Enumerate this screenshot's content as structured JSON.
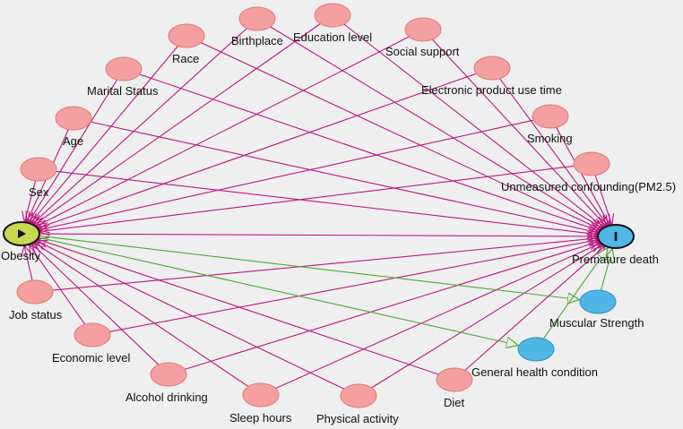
{
  "colors": {
    "background": "#efefef",
    "confounder_fill": "#f4a0a0",
    "confounder_stroke": "#e07878",
    "mediator_fill": "#4fb6e6",
    "mediator_stroke": "#2b8fc4",
    "exposure_fill": "#c8d850",
    "outcome_fill": "#4fb6e6",
    "biasing_edge": "#c0147f",
    "causal_edge": "#4aaa33"
  },
  "exposure": {
    "id": "obesity",
    "label": "Obesity",
    "icon": "play-icon"
  },
  "outcome": {
    "id": "premature-death",
    "label": "Premature death",
    "icon": "bar-icon"
  },
  "mediators": [
    {
      "id": "muscular-strength",
      "label": "Muscular Strength"
    },
    {
      "id": "general-health-condition",
      "label": "General health condition"
    }
  ],
  "confounders": [
    {
      "id": "sex",
      "label": "Sex"
    },
    {
      "id": "age",
      "label": "Age"
    },
    {
      "id": "marital-status",
      "label": "Marital Status"
    },
    {
      "id": "race",
      "label": "Race"
    },
    {
      "id": "birthplace",
      "label": "Birthplace"
    },
    {
      "id": "education-level",
      "label": "Education level"
    },
    {
      "id": "social-support",
      "label": "Social support"
    },
    {
      "id": "electronic-product-use-time",
      "label": "Electronic product use time"
    },
    {
      "id": "smoking",
      "label": "Smoking"
    },
    {
      "id": "unmeasured-confounding",
      "label": "Unmeasured confounding(PM2.5)"
    },
    {
      "id": "job-status",
      "label": "Job status"
    },
    {
      "id": "economic-level",
      "label": "Economic level"
    },
    {
      "id": "alcohol-drinking",
      "label": "Alcohol drinking"
    },
    {
      "id": "sleep-hours",
      "label": "Sleep hours"
    },
    {
      "id": "physical-activity",
      "label": "Physical activity"
    },
    {
      "id": "diet",
      "label": "Diet"
    }
  ],
  "edges": [
    {
      "from": "obesity",
      "to": "premature-death",
      "kind": "biasing"
    },
    {
      "from": "obesity",
      "to": "muscular-strength",
      "kind": "causal"
    },
    {
      "from": "obesity",
      "to": "general-health-condition",
      "kind": "causal"
    },
    {
      "from": "muscular-strength",
      "to": "premature-death",
      "kind": "causal"
    },
    {
      "from": "general-health-condition",
      "to": "premature-death",
      "kind": "causal"
    }
  ]
}
